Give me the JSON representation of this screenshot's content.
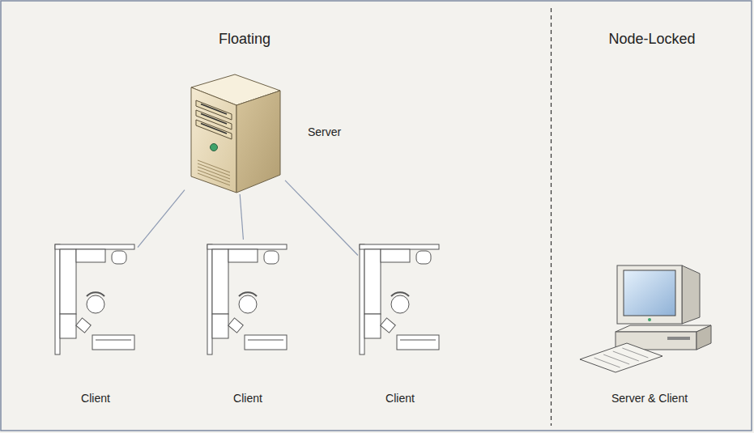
{
  "diagram": {
    "nodes": [
      {
        "text": [
          "Server"
        ]
      },
      {
        "text": [
          "Client"
        ]
      },
      {
        "text": [
          "Client"
        ]
      },
      {
        "text": [
          "Client"
        ]
      },
      {
        "text": [
          "Server & Client"
        ]
      }
    ],
    "edges": [
      {
        "from": 0,
        "to": 1,
        "arrow": "none"
      },
      {
        "from": 0,
        "to": 2,
        "arrow": "none"
      },
      {
        "from": 0,
        "to": 3,
        "arrow": "none"
      }
    ],
    "labels": [
      "Floating",
      "Node-Locked"
    ]
  }
}
